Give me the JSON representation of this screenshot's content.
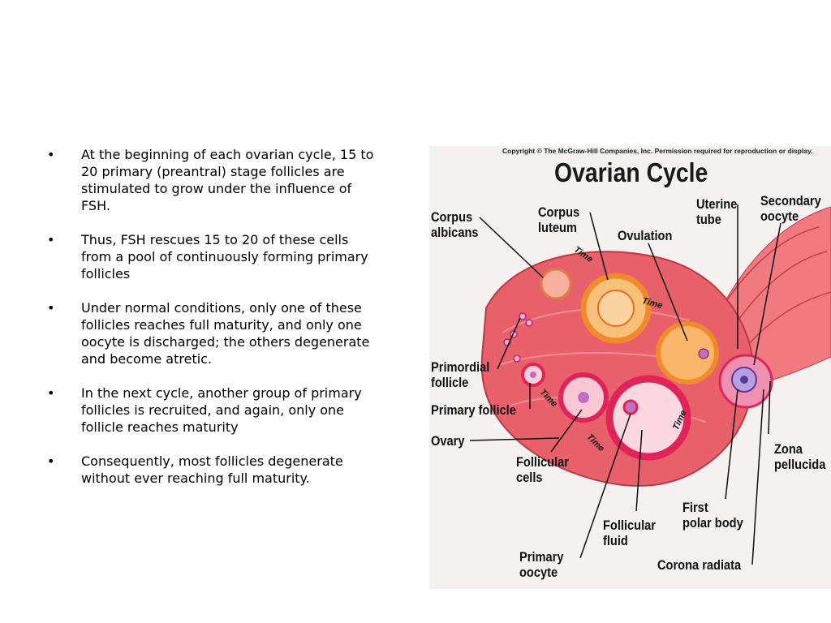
{
  "bullets": [
    "At the beginning of each ovarian cycle, 15 to 20 primary (preantral) stage follicles are stimulated to grow under the influence of FSH.",
    "Thus, FSH rescues 15 to 20 of these cells from a pool of continuously forming primary follicles",
    "Under normal conditions, only one of these follicles reaches full maturity, and only one oocyte is discharged; the others degenerate and become atretic.",
    "In the next cycle, another group of primary follicles is recruited, and again, only one follicle reaches maturity",
    "Consequently, most follicles degenerate without ever reaching full maturity."
  ],
  "bullet_symbol": "•",
  "figure": {
    "copyright": "Copyright © The McGraw-Hill Companies, Inc. Permission required for reproduction or display.",
    "title": "Ovarian Cycle",
    "labels": {
      "corpus_albicans": "Corpus\nalbicans",
      "corpus_luteum": "Corpus\nluteum",
      "ovulation": "Ovulation",
      "uterine_tube": "Uterine\ntube",
      "secondary_oocyte": "Secondary\noocyte",
      "primordial_follicle": "Primordial\nfollicle",
      "primary_follicle": "Primary follicle",
      "ovary": "Ovary",
      "follicular_cells": "Follicular\ncells",
      "zona_pellucida": "Zona\npellucida",
      "first_polar_body": "First\npolar body",
      "follicular_fluid": "Follicular\nfluid",
      "primary_oocyte": "Primary\noocyte",
      "corona_radiata": "Corona radiata"
    },
    "time_label": "Time",
    "colors": {
      "ovary": "#e8606a",
      "follicle_ring": "#e0245a",
      "corpus_luteum": "#f08a2a",
      "oocyte": "#8a6fc0"
    }
  }
}
